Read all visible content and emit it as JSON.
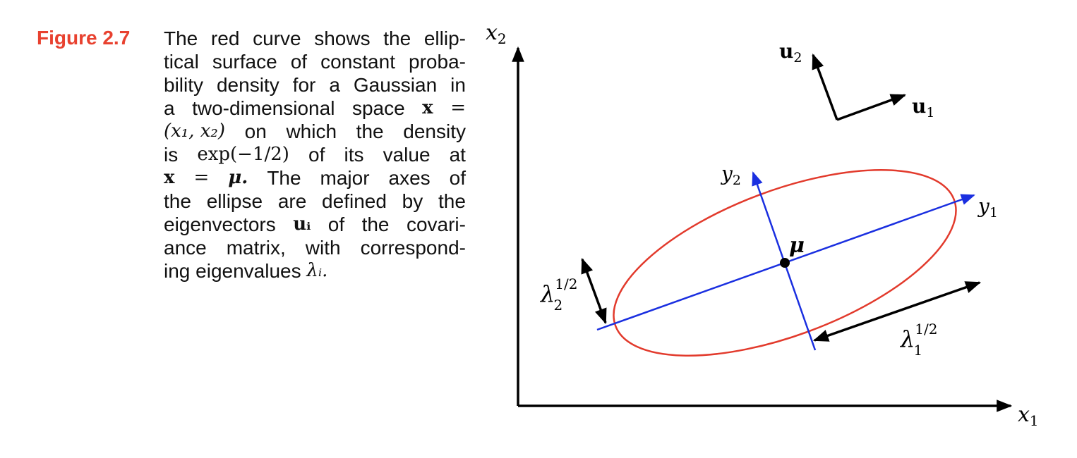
{
  "caption": {
    "label": "Figure 2.7",
    "lines": [
      [
        "The",
        "red",
        "curve",
        "shows",
        "the",
        "ellip-"
      ],
      [
        "tical",
        "surface",
        "of",
        "constant",
        "proba-"
      ],
      [
        "bility",
        "density",
        "for",
        "a",
        "Gaussian",
        "in"
      ],
      [
        "a",
        "two-dimensional",
        "space",
        "x",
        "="
      ],
      [
        "(x₁, x₂)",
        "on",
        "which",
        "the",
        "density"
      ],
      [
        "is",
        "exp(−1/2)",
        "of",
        "its",
        "value",
        "at"
      ],
      [
        "x",
        "=",
        "μ.",
        "The",
        "major",
        "axes",
        "of"
      ],
      [
        "the",
        "ellipse",
        "are",
        "defined",
        "by",
        "the"
      ],
      [
        "eigenvectors",
        "uᵢ",
        "of",
        "the",
        "covari-"
      ],
      [
        "ance",
        "matrix,",
        "with",
        "correspond-"
      ],
      [
        "ing",
        "eigenvalues",
        "λᵢ."
      ]
    ]
  },
  "figure": {
    "x1_label": "x",
    "x1_sub": "1",
    "x2_label": "x",
    "x2_sub": "2",
    "u1_label": "u",
    "u1_sub": "1",
    "u2_label": "u",
    "u2_sub": "2",
    "y1_label": "y",
    "y1_sub": "1",
    "y2_label": "y",
    "y2_sub": "2",
    "mu_label": "μ",
    "lambda1_base": "λ",
    "lambda1_sub": "1",
    "lambda1_sup": "1/2",
    "lambda2_base": "λ",
    "lambda2_sub": "2",
    "lambda2_sup": "1/2",
    "colors": {
      "caption_label": "#e8412f",
      "ellipse": "#e23a2c",
      "eigen_axes": "#1a2fe0",
      "axes": "#000000"
    }
  }
}
